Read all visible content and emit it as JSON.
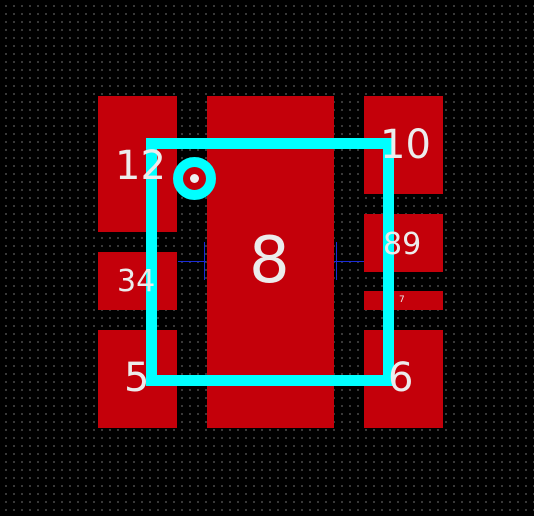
{
  "footprint": {
    "colors": {
      "background": "#000000",
      "grid_dot": "#6b6b6b",
      "copper_pad": "#c4000a",
      "silkscreen": "#00ffff",
      "label": "#ececec",
      "trace": "#1a2bd6"
    },
    "center_pad_label": "8",
    "pad_labels": {
      "pad_12": "12",
      "pad_34": "34",
      "pad_5": "5",
      "pad_10": "10",
      "pad_89": "89",
      "pad_7": "7",
      "pad_6": "6"
    },
    "pin1_marker_icon": "pin1-circle-icon"
  }
}
